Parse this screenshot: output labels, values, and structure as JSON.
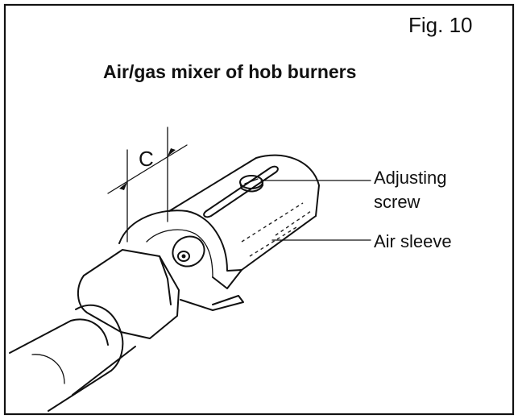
{
  "figure": {
    "number_label": "Fig. 10",
    "title": "Air/gas mixer of hob burners",
    "dimension_label": "C",
    "callouts": {
      "adjusting_screw_line1": "Adjusting",
      "adjusting_screw_line2": "screw",
      "air_sleeve": "Air sleeve"
    }
  }
}
